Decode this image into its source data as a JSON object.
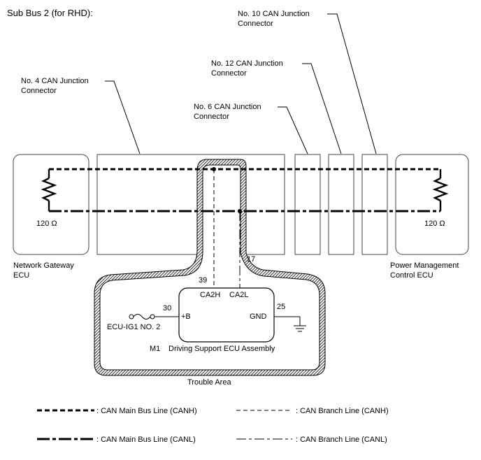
{
  "title": "Sub Bus 2 (for RHD):",
  "connectors": {
    "no4": [
      "No. 4 CAN Junction",
      "Connector"
    ],
    "no6": [
      "No. 6 CAN Junction",
      "Connector"
    ],
    "no12": [
      "No. 12 CAN Junction",
      "Connector"
    ],
    "no10": [
      "No. 10 CAN Junction",
      "Connector"
    ]
  },
  "ecus": {
    "gateway": [
      "Network Gateway",
      "ECU"
    ],
    "power": [
      "Power Management",
      "Control ECU"
    ]
  },
  "resistor_label": "120 Ω",
  "driving_ecu": {
    "ref": "M1",
    "name": "Driving Support ECU Assembly",
    "pins": {
      "ca2h_num": "39",
      "ca2h": "CA2H",
      "ca2l_num": "17",
      "ca2l": "CA2L",
      "b_num": "30",
      "b": "+B",
      "gnd_num": "25",
      "gnd": "GND"
    }
  },
  "fuse_label": "ECU-IG1 NO. 2",
  "trouble_area": "Trouble Area",
  "legend": {
    "main_canh": ": CAN Main Bus Line (CANH)",
    "branch_canh": ": CAN Branch Line (CANH)",
    "main_canl": ": CAN Main Bus Line (CANL)",
    "branch_canl": ": CAN Branch Line (CANL)"
  }
}
